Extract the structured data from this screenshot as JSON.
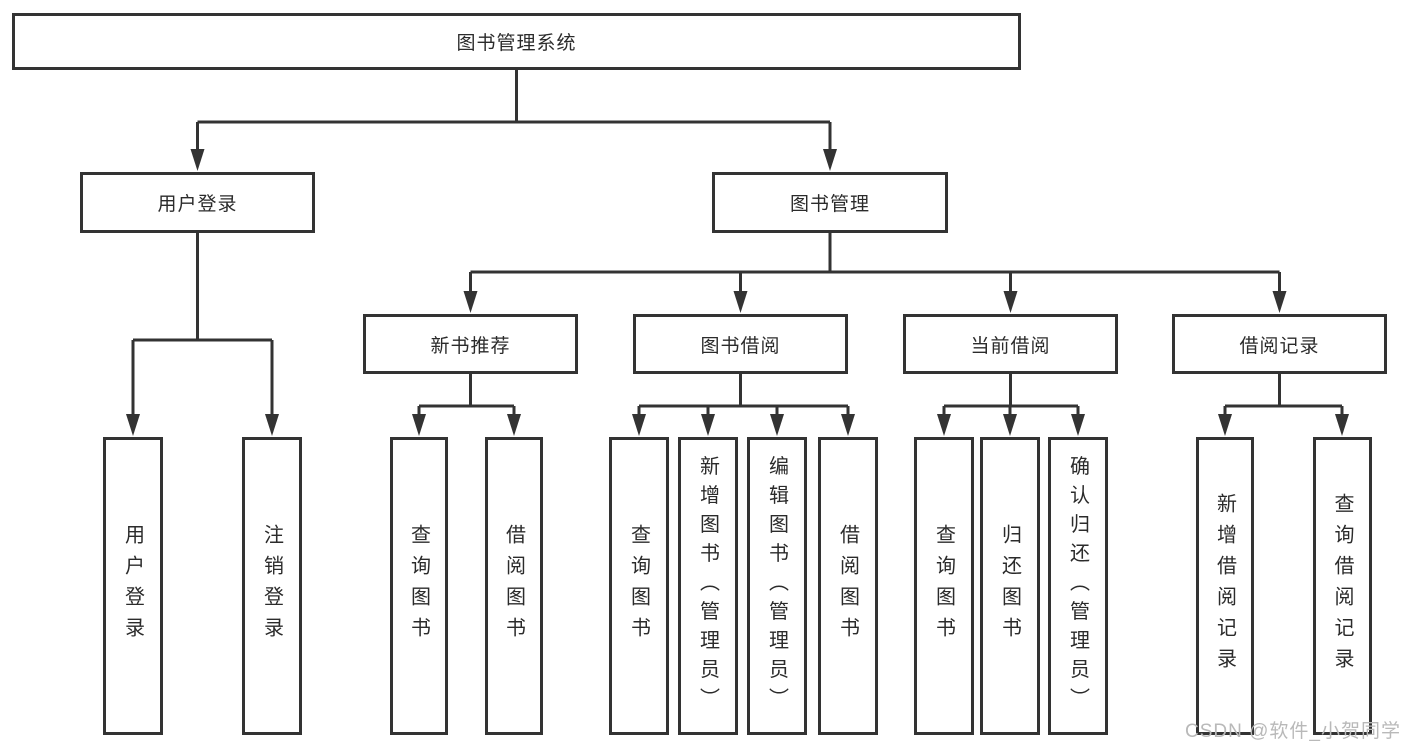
{
  "colors": {
    "line": "#333333",
    "box_border": "#333333",
    "box_fill": "#ffffff",
    "text": "#2b2b2b",
    "background": "#ffffff",
    "watermark_text": "#b9b9b9"
  },
  "diagram": {
    "root": "图书管理系统",
    "level2": {
      "user_login": "用户登录",
      "book_management": "图书管理"
    },
    "level3": {
      "new_book_rec": "新书推荐",
      "book_borrow": "图书借阅",
      "current_borrow": "当前借阅",
      "borrow_records": "借阅记录"
    },
    "leaves": {
      "user_login": "用户登录",
      "logout": "注销登录",
      "rec_query_books": "查询图书",
      "rec_borrow_books": "借阅图书",
      "bb_query_books": "查询图书",
      "bb_add_books": "新增图书（管理员）",
      "bb_edit_books": "编辑图书（管理员）",
      "bb_borrow_books": "借阅图书",
      "cb_query_books": "查询图书",
      "cb_return_books": "归还图书",
      "cb_confirm_return": "确认归还（管理员）",
      "br_add_record": "新增借阅记录",
      "br_query_record": "查询借阅记录"
    }
  },
  "watermark": "CSDN @软件_小贺同学"
}
